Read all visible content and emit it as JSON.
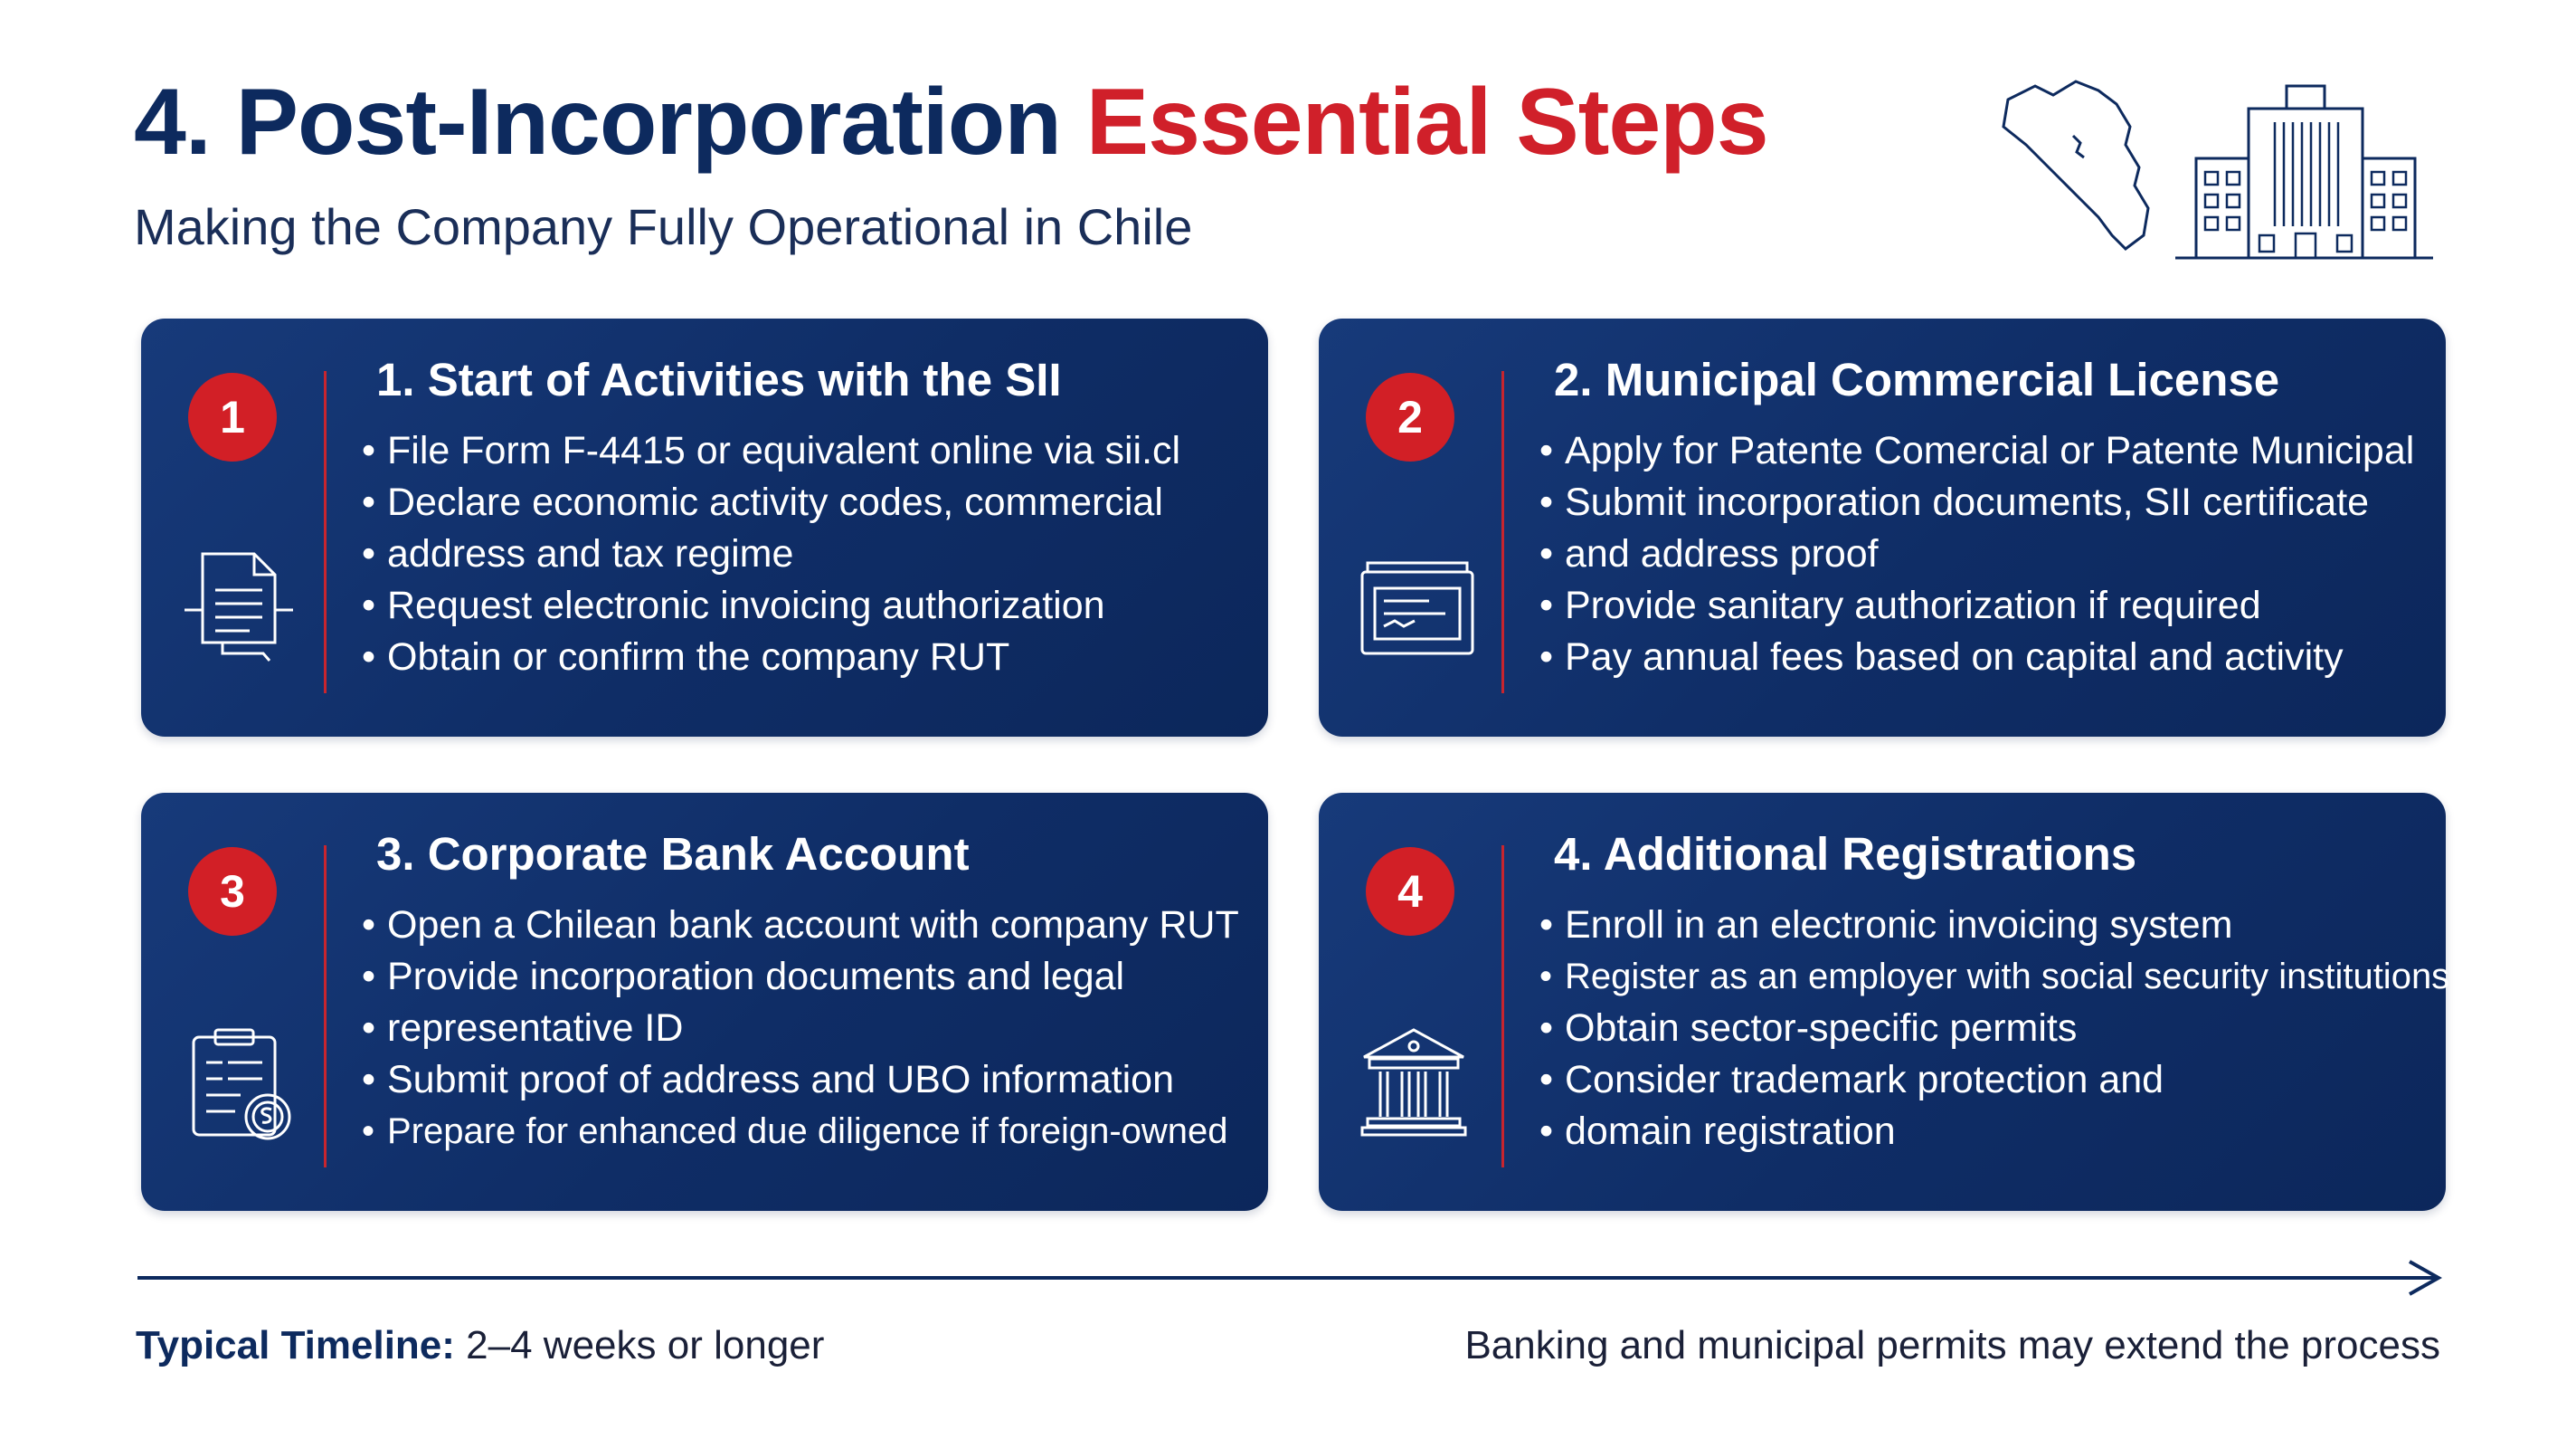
{
  "header": {
    "title_main": "4. Post-Incorporation",
    "title_accent": "Essential Steps",
    "subtitle": "Making the Company Fully Operational in Chile",
    "art_icons": [
      "chile-map-icon",
      "office-building-icon"
    ]
  },
  "colors": {
    "navy": "#0d2a5e",
    "card_bg": "#0f2d66",
    "accent_red": "#d0202a",
    "text_white": "#ffffff"
  },
  "cards": [
    {
      "number": "1",
      "title": "1. Start of Activities with the SII",
      "icon": "document-icon",
      "bullets": [
        "File Form F-4415 or equivalent online via sii.cl",
        "Declare economic activity codes, commercial",
        "address and tax regime",
        "Request electronic invoicing authorization",
        "Obtain or confirm the company RUT"
      ]
    },
    {
      "number": "2",
      "title": "2. Municipal Commercial License",
      "icon": "license-card-icon",
      "bullets": [
        "Apply for Patente Comercial or Patente Municipal",
        "Submit incorporation documents, SII certificate",
        "and address proof",
        "Provide sanitary authorization if required",
        "Pay annual fees based on capital and activity"
      ]
    },
    {
      "number": "3",
      "title": "3. Corporate Bank Account",
      "icon": "clipboard-money-icon",
      "bullets": [
        "Open a Chilean bank account with company RUT",
        "Provide incorporation documents and legal",
        "representative ID",
        "Submit proof of address and UBO information",
        "Prepare for enhanced due diligence if foreign-owned"
      ]
    },
    {
      "number": "4",
      "title": "4. Additional Registrations",
      "icon": "bank-building-icon",
      "bullets": [
        "Enroll in an electronic invoicing system",
        "Register as an employer with social security institutions",
        "Obtain sector-specific permits",
        "Consider trademark protection and",
        "domain registration"
      ]
    }
  ],
  "footer": {
    "timeline_label": "Typical Timeline:",
    "timeline_value": "2–4 weeks or longer",
    "note": "Banking and municipal permits may extend the process"
  }
}
